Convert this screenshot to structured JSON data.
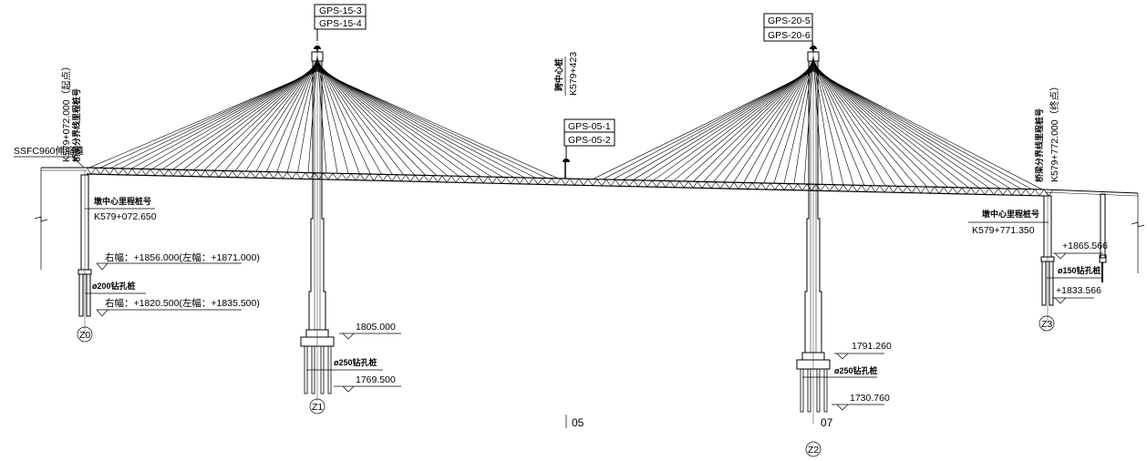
{
  "gps": {
    "z1": [
      "GPS-15-3",
      "GPS-15-4"
    ],
    "mid": [
      "GPS-05-1",
      "GPS-05-2"
    ],
    "z2": [
      "GPS-20-5",
      "GPS-20-6"
    ]
  },
  "left_end": {
    "station": "K579+072.000（起点）",
    "station_label": "桥梁分界线里程桩号",
    "joint": "SSFC960伸缩缝",
    "pier_label": "墩中心里程桩号",
    "pier_station": "K579+072.650",
    "top_elev": "右幅：+1856.000(左幅：+1871.000)",
    "pile": "ø200钻孔桩",
    "bottom_elev": "右幅：+1820.500(左幅：+1835.500)",
    "pier_id": "Z0"
  },
  "center": {
    "label": "跨中心桩",
    "station": "K579+423"
  },
  "pier_z1": {
    "top_elev": "1805.000",
    "pile": "ø250钻孔桩",
    "bottom_elev": "1769.500",
    "pier_id": "Z1"
  },
  "pier_z2": {
    "top_elev": "1791.260",
    "pile": "ø250钻孔桩",
    "bottom_elev": "1730.760",
    "pier_id": "Z2"
  },
  "right_end": {
    "station": "K579+772.000（终点）",
    "station_label": "桥梁分界线里程桩号",
    "pier_label": "墩中心里程桩号",
    "pier_station": "K579+771.350",
    "top_elev": "+1865.566",
    "pile": "ø150钻孔桩",
    "bottom_elev": "+1833.566",
    "pier_id": "Z3"
  },
  "markers": {
    "m05": "05",
    "m07": "07"
  }
}
